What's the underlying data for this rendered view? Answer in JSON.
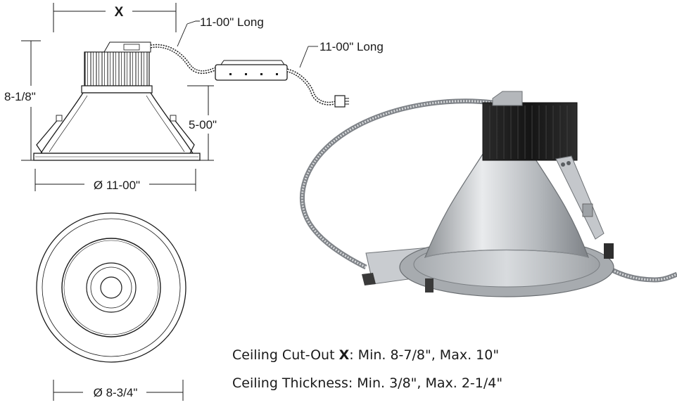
{
  "labels": {
    "cutout_symbol": "X",
    "wire_top": "11-00\" Long",
    "wire_driver": "11-00\" Long",
    "height": "8-1/8\"",
    "reflector_height": "5-00\"",
    "diameter": "Ø 11-00\"",
    "aperture": "Ø 8-3/4\""
  },
  "specs": {
    "cutout_label": "Ceiling Cut-Out ",
    "cutout_symbol": "X",
    "cutout_value": ": Min. 8-7/8\", Max. 10\"",
    "thickness": "Ceiling Thickness: Min. 3/8\", Max. 2-1/4\""
  },
  "colors": {
    "line": "#1a1a1a",
    "heatsink": "#1c1c1c",
    "reflector": "#b9bcc0",
    "reflector_light": "#e6e8ea",
    "conduit": "#9a9da1"
  }
}
